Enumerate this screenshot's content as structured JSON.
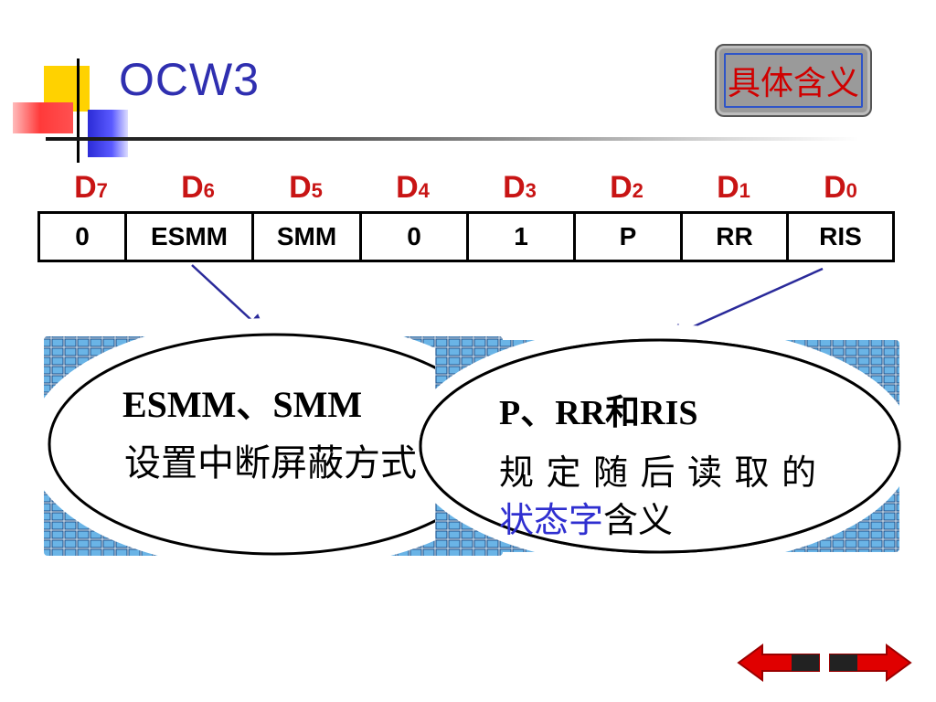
{
  "title": "OCW3",
  "meaning_button": "具体含义",
  "bits": [
    {
      "d": "D",
      "n": "7"
    },
    {
      "d": "D",
      "n": "6"
    },
    {
      "d": "D",
      "n": "5"
    },
    {
      "d": "D",
      "n": "4"
    },
    {
      "d": "D",
      "n": "3"
    },
    {
      "d": "D",
      "n": "2"
    },
    {
      "d": "D",
      "n": "1"
    },
    {
      "d": "D",
      "n": "0"
    }
  ],
  "register": [
    "0",
    "ESMM",
    "SMM",
    "0",
    "1",
    "P",
    "RR",
    "RIS"
  ],
  "left_note": {
    "line1": "ESMM、SMM",
    "line2": "设置中断屏蔽方式"
  },
  "right_note": {
    "line1": "P、RR和RIS",
    "line2": "规 定 随 后 读 取 的",
    "line3_highlight": "状态字",
    "line3_rest": "含义"
  },
  "colors": {
    "title": "#2f2fb0",
    "bit_header": "#c81414",
    "highlight": "#2f2fd0",
    "button_text": "#d00000",
    "arrow_red": "#e00000"
  },
  "nav": {
    "prev_icon": "arrow-left-icon",
    "next_icon": "arrow-right-icon"
  }
}
